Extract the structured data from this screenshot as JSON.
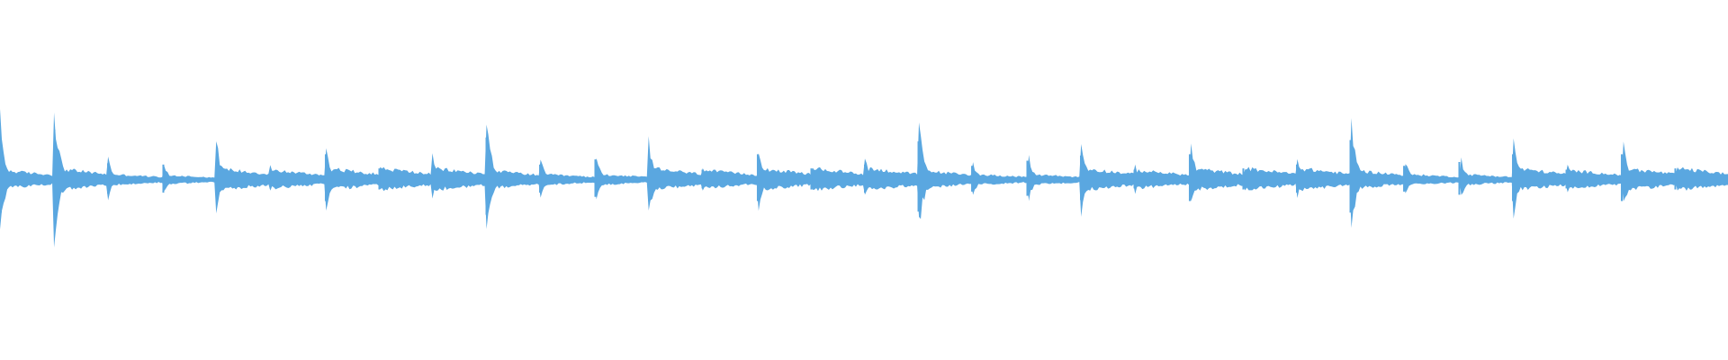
{
  "waveform": {
    "color": "#5aa7e0",
    "background": "#ffffff",
    "hits": [
      {
        "t": 0.0,
        "amp": 0.62,
        "decay": 0.35,
        "tail": 0.1
      },
      {
        "t": 0.031,
        "amp": 0.78,
        "decay": 0.45,
        "tail": 0.12
      },
      {
        "t": 0.062,
        "amp": 0.26,
        "decay": 0.35,
        "tail": 0.06
      },
      {
        "t": 0.094,
        "amp": 0.24,
        "decay": 0.3,
        "tail": 0.05
      },
      {
        "t": 0.125,
        "amp": 0.4,
        "decay": 0.4,
        "tail": 0.12
      },
      {
        "t": 0.156,
        "amp": 0.16,
        "decay": 0.25,
        "tail": 0.1
      },
      {
        "t": 0.188,
        "amp": 0.4,
        "decay": 0.4,
        "tail": 0.12
      },
      {
        "t": 0.219,
        "amp": 0.18,
        "decay": 0.25,
        "tail": 0.12
      },
      {
        "t": 0.25,
        "amp": 0.24,
        "decay": 0.3,
        "tail": 0.12
      },
      {
        "t": 0.281,
        "amp": 0.66,
        "decay": 0.45,
        "tail": 0.1
      },
      {
        "t": 0.312,
        "amp": 0.24,
        "decay": 0.35,
        "tail": 0.06
      },
      {
        "t": 0.344,
        "amp": 0.32,
        "decay": 0.35,
        "tail": 0.06
      },
      {
        "t": 0.375,
        "amp": 0.4,
        "decay": 0.4,
        "tail": 0.12
      },
      {
        "t": 0.406,
        "amp": 0.16,
        "decay": 0.25,
        "tail": 0.1
      },
      {
        "t": 0.438,
        "amp": 0.4,
        "decay": 0.4,
        "tail": 0.12
      },
      {
        "t": 0.469,
        "amp": 0.18,
        "decay": 0.25,
        "tail": 0.12
      },
      {
        "t": 0.5,
        "amp": 0.24,
        "decay": 0.3,
        "tail": 0.12
      },
      {
        "t": 0.531,
        "amp": 0.6,
        "decay": 0.45,
        "tail": 0.1
      },
      {
        "t": 0.562,
        "amp": 0.22,
        "decay": 0.35,
        "tail": 0.06
      },
      {
        "t": 0.594,
        "amp": 0.3,
        "decay": 0.35,
        "tail": 0.06
      },
      {
        "t": 0.625,
        "amp": 0.38,
        "decay": 0.4,
        "tail": 0.12
      },
      {
        "t": 0.656,
        "amp": 0.16,
        "decay": 0.25,
        "tail": 0.1
      },
      {
        "t": 0.688,
        "amp": 0.4,
        "decay": 0.4,
        "tail": 0.12
      },
      {
        "t": 0.719,
        "amp": 0.18,
        "decay": 0.25,
        "tail": 0.12
      },
      {
        "t": 0.75,
        "amp": 0.24,
        "decay": 0.3,
        "tail": 0.12
      },
      {
        "t": 0.781,
        "amp": 0.62,
        "decay": 0.45,
        "tail": 0.1
      },
      {
        "t": 0.812,
        "amp": 0.22,
        "decay": 0.35,
        "tail": 0.06
      },
      {
        "t": 0.844,
        "amp": 0.28,
        "decay": 0.35,
        "tail": 0.06
      },
      {
        "t": 0.875,
        "amp": 0.4,
        "decay": 0.4,
        "tail": 0.12
      },
      {
        "t": 0.906,
        "amp": 0.16,
        "decay": 0.25,
        "tail": 0.1
      },
      {
        "t": 0.938,
        "amp": 0.4,
        "decay": 0.4,
        "tail": 0.12
      },
      {
        "t": 0.969,
        "amp": 0.18,
        "decay": 0.25,
        "tail": 0.12
      }
    ]
  }
}
